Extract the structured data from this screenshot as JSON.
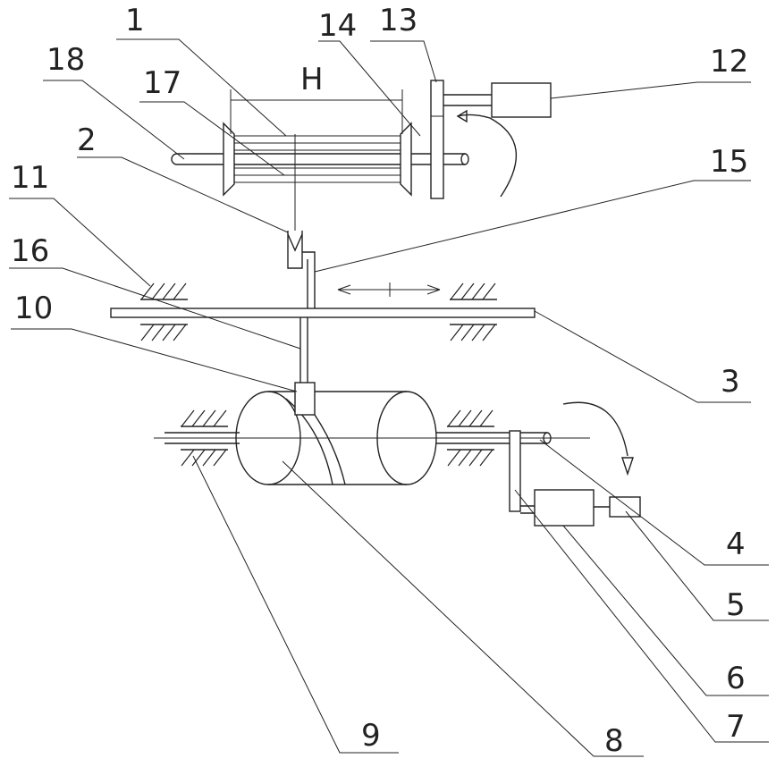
{
  "dimension_label": "H",
  "labels": [
    "1",
    "2",
    "3",
    "4",
    "5",
    "6",
    "7",
    "8",
    "9",
    "10",
    "11",
    "12",
    "13",
    "14",
    "15",
    "16",
    "17",
    "18"
  ]
}
